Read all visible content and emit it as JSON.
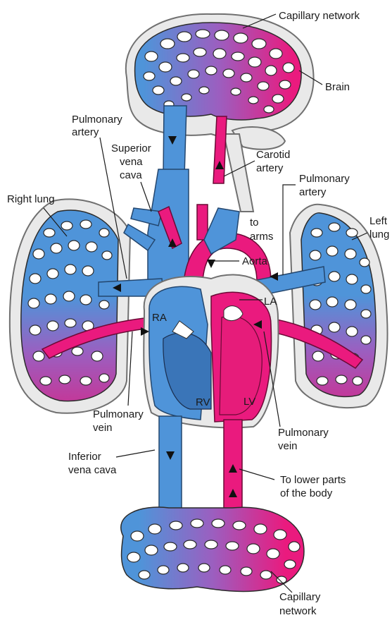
{
  "colors": {
    "deoxygenated": "#4f94d9",
    "oxygenated": "#ea1a7e",
    "mixed": "#9b5fc0",
    "tissue": "#e9e9e9"
  },
  "labels": {
    "capillary_top": "Capillary network",
    "brain": "Brain",
    "pulmonary_artery_left_1": "Pulmonary",
    "pulmonary_artery_left_2": "artery",
    "superior_vena_cava_1": "Superior",
    "superior_vena_cava_2": "vena",
    "superior_vena_cava_3": "cava",
    "carotid_1": "Carotid",
    "carotid_2": "artery",
    "pulmonary_artery_right_1": "Pulmonary",
    "pulmonary_artery_right_2": "artery",
    "right_lung": "Right lung",
    "left_lung_1": "Left",
    "left_lung_2": "lung",
    "to_arms_1": "to",
    "to_arms_2": "arms",
    "aorta": "Aorta",
    "ra": "RA",
    "la": "LA",
    "rv": "RV",
    "lv": "LV",
    "pulmonary_vein_left_1": "Pulmonary",
    "pulmonary_vein_left_2": "vein",
    "pulmonary_vein_right_1": "Pulmonary",
    "pulmonary_vein_right_2": "vein",
    "inferior_1": "Inferior",
    "inferior_2": "vena cava",
    "lower_1": "To lower parts",
    "lower_2": "of the body",
    "capillary_bottom_1": "Capillary",
    "capillary_bottom_2": "network"
  }
}
